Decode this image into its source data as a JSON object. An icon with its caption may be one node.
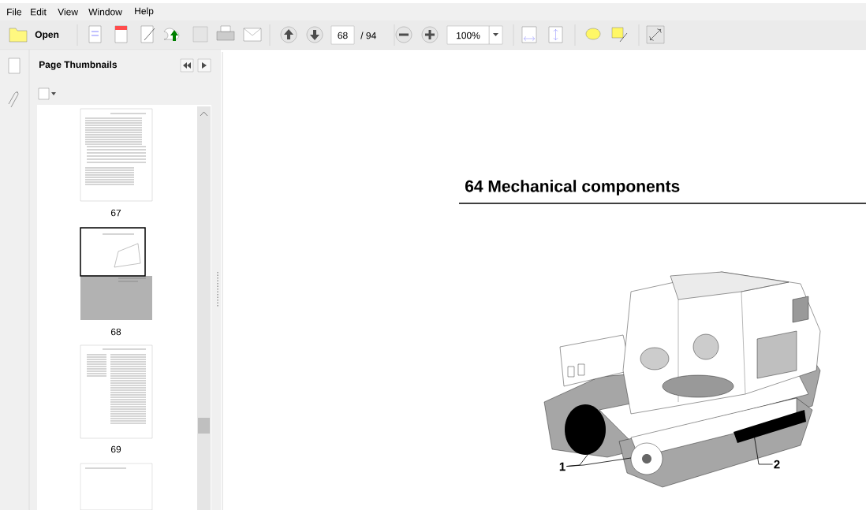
{
  "diagram": {
    "title": "64 Mechanical components",
    "nodes": [
      {
        "text": [
          "1"
        ]
      },
      {
        "text": [
          "2"
        ]
      }
    ],
    "edges": [
      {
        "from": 0,
        "to": null,
        "arrow": "none"
      },
      {
        "from": 0,
        "to": null,
        "arrow": "none"
      },
      {
        "from": 1,
        "to": null,
        "arrow": "none"
      }
    ],
    "labels": [
      "File",
      "Edit",
      "View",
      "Window",
      "Help",
      "Open",
      "68",
      "/ 94",
      "100%",
      "Page Thumbnails",
      "67",
      "68",
      "69"
    ]
  }
}
